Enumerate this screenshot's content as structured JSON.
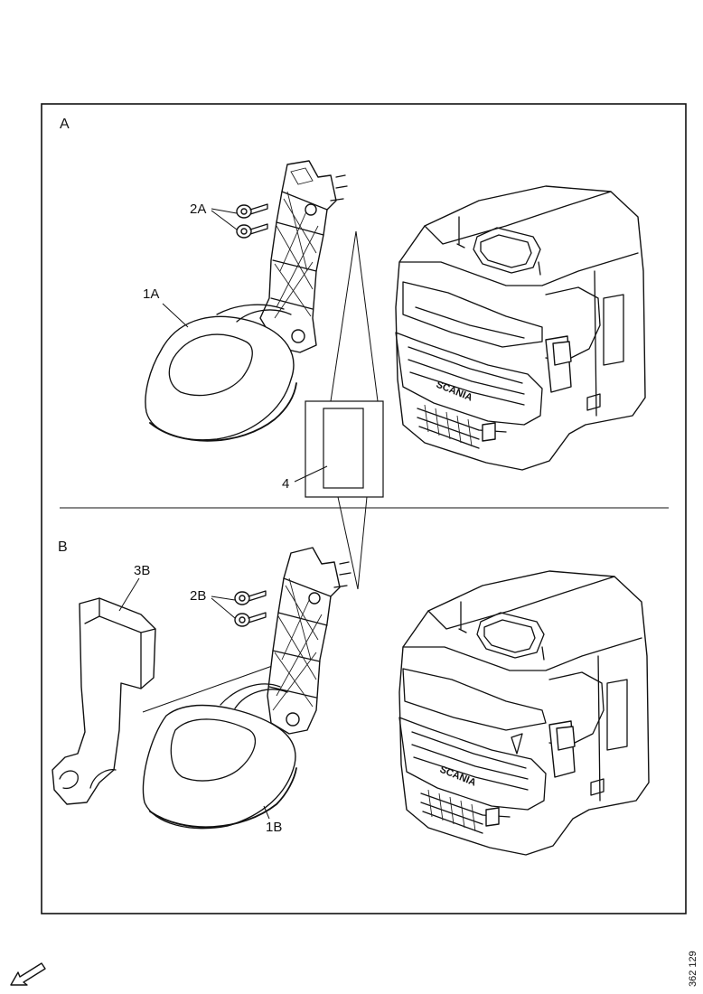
{
  "sections": {
    "a": {
      "label": "A"
    },
    "b": {
      "label": "B"
    }
  },
  "callouts": {
    "part_1a": "1A",
    "part_2a": "2A",
    "part_1b": "1B",
    "part_2b": "2B",
    "part_3b": "3B",
    "part_4": "4"
  },
  "badges": {
    "brand_a": "SCANIA",
    "brand_b": "SCANIA"
  },
  "document": {
    "number": "362 129"
  },
  "icons": {
    "corner": "direction-arrow-icon"
  }
}
